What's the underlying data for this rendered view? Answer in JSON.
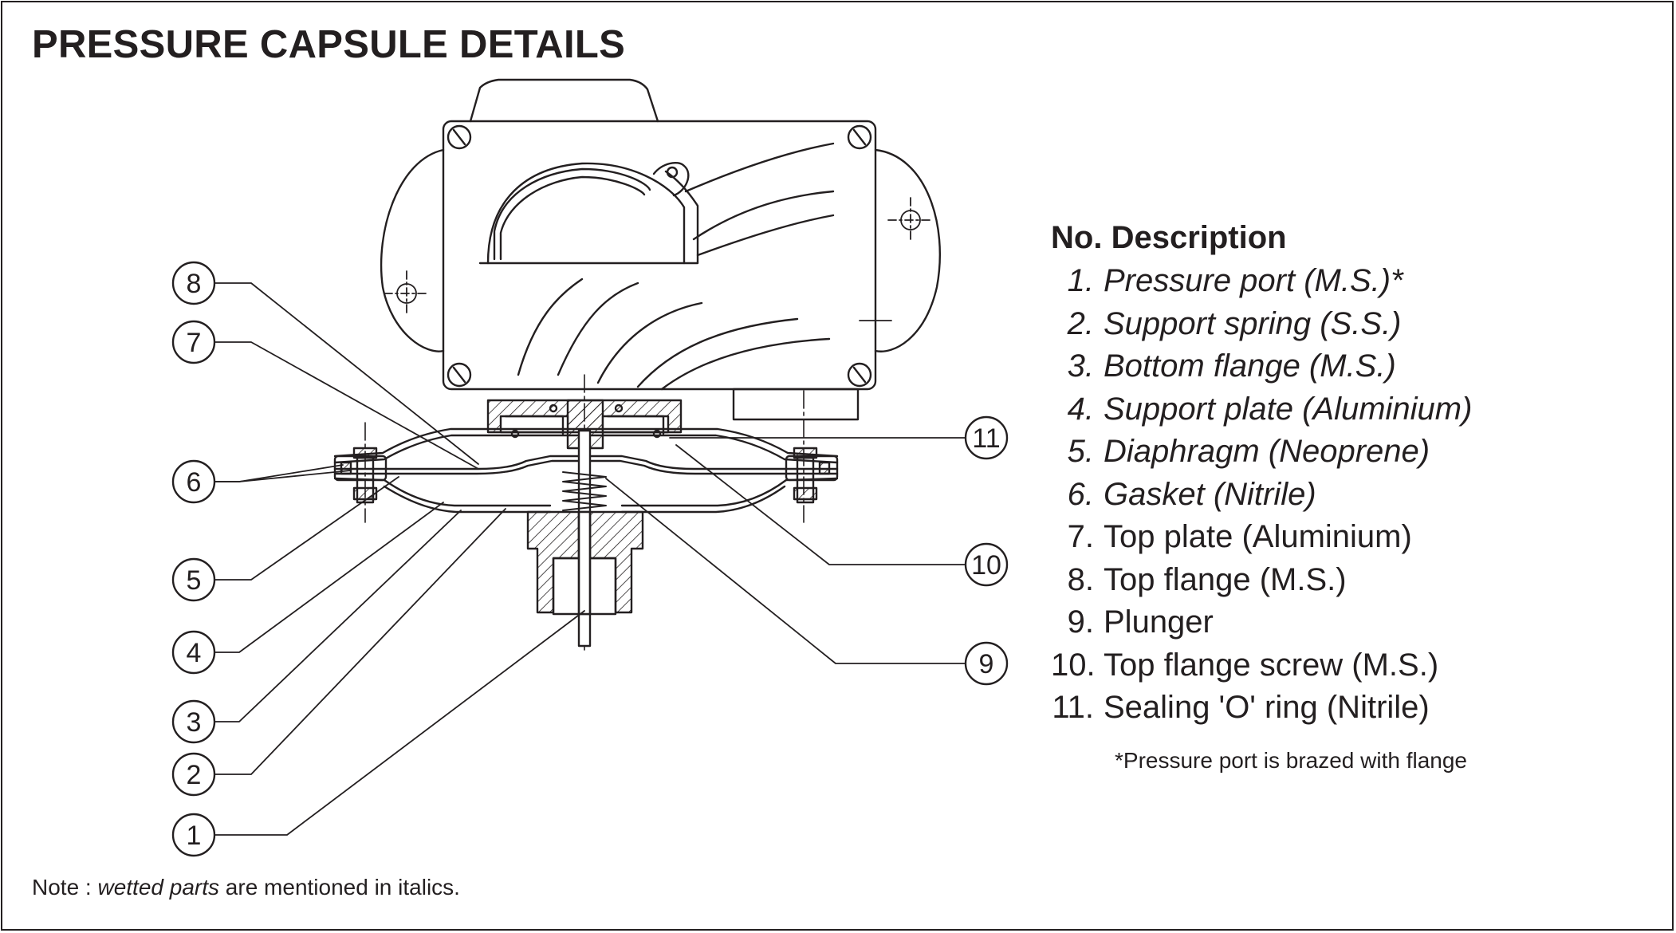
{
  "title": "PRESSURE CAPSULE DETAILS",
  "legend": {
    "header_no": "No.",
    "header_desc": "Description",
    "items": [
      {
        "no": "1.",
        "desc": "Pressure port (M.S.)*",
        "wetted": true
      },
      {
        "no": "2.",
        "desc": "Support spring (S.S.)",
        "wetted": true
      },
      {
        "no": "3.",
        "desc": "Bottom flange (M.S.)",
        "wetted": true
      },
      {
        "no": "4.",
        "desc": "Support plate (Aluminium)",
        "wetted": true
      },
      {
        "no": "5.",
        "desc": "Diaphragm (Neoprene)",
        "wetted": true
      },
      {
        "no": "6.",
        "desc": "Gasket (Nitrile)",
        "wetted": true
      },
      {
        "no": "7.",
        "desc": "Top plate (Aluminium)",
        "wetted": false
      },
      {
        "no": "8.",
        "desc": "Top flange (M.S.)",
        "wetted": false
      },
      {
        "no": "9.",
        "desc": "Plunger",
        "wetted": false
      },
      {
        "no": "10.",
        "desc": "Top flange screw (M.S.)",
        "wetted": false
      },
      {
        "no": "11.",
        "desc": "Sealing 'O' ring (Nitrile)",
        "wetted": false
      }
    ]
  },
  "footnote": "*Pressure port is brazed with flange",
  "note": {
    "prefix": "Note : ",
    "emphasis": "wetted parts",
    "suffix": " are mentioned in italics."
  },
  "callouts": {
    "c1": "1",
    "c2": "2",
    "c3": "3",
    "c4": "4",
    "c5": "5",
    "c6": "6",
    "c7": "7",
    "c8": "8",
    "c9": "9",
    "c10": "10",
    "c11": "11"
  }
}
